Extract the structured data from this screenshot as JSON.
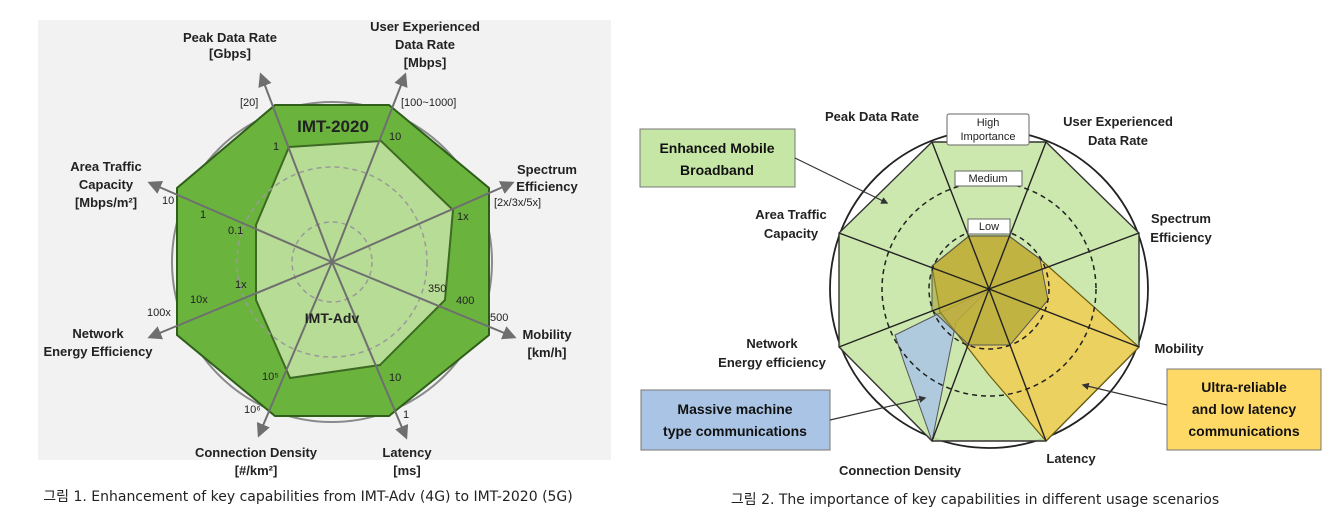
{
  "fig1": {
    "caption": "그림 1. Enhancement of key capabilities from IMT-Adv (4G) to IMT-2020 (5G)",
    "outer_label": "IMT-2020",
    "inner_label": "IMT-Adv",
    "axes": [
      {
        "lines": [
          "Peak Data Rate",
          "[Gbps]"
        ]
      },
      {
        "lines": [
          "User Experienced",
          "Data Rate",
          "[Mbps]"
        ]
      },
      {
        "lines": [
          "Spectrum",
          "Efficiency"
        ]
      },
      {
        "lines": [
          "Mobility",
          "[km/h]"
        ]
      },
      {
        "lines": [
          "Latency",
          "[ms]"
        ]
      },
      {
        "lines": [
          "Connection Density",
          "[#/km²]"
        ]
      },
      {
        "lines": [
          "Network",
          "Energy Efficiency"
        ]
      },
      {
        "lines": [
          "Area Traffic",
          "Capacity",
          "[Mbps/m²]"
        ]
      }
    ],
    "ticks": {
      "peak_outer": "[20]",
      "peak_inner": "1",
      "user_outer": "[100~1000]",
      "user_inner": "10",
      "spectrum_outer": "[2x/3x/5x]",
      "spectrum_inner": "1x",
      "mobility_500": "500",
      "mobility_400": "400",
      "mobility_350": "350",
      "latency_outer": "1",
      "latency_inner": "10",
      "conn_outer": "10⁶",
      "conn_inner": "10⁵",
      "energy_outer": "100x",
      "energy_mid": "10x",
      "energy_inner": "1x",
      "area_outer": "10",
      "area_mid": "1",
      "area_inner": "0.1"
    }
  },
  "fig2": {
    "caption": "그림 2. The importance of key capabilities in different usage scenarios",
    "levels": {
      "high": [
        "High",
        "Importance"
      ],
      "medium": "Medium",
      "low": "Low"
    },
    "axes": [
      {
        "lines": [
          "Peak Data Rate"
        ]
      },
      {
        "lines": [
          "User Experienced",
          "Data Rate"
        ]
      },
      {
        "lines": [
          "Spectrum",
          "Efficiency"
        ]
      },
      {
        "lines": [
          "Mobility"
        ]
      },
      {
        "lines": [
          "Latency"
        ]
      },
      {
        "lines": [
          "Connection Density"
        ]
      },
      {
        "lines": [
          "Network",
          "Energy efficiency"
        ]
      },
      {
        "lines": [
          "Area Traffic",
          "Capacity"
        ]
      }
    ],
    "scenarios": [
      {
        "lines": [
          "Enhanced Mobile",
          "Broadband"
        ],
        "color": "#c6e6a5"
      },
      {
        "lines": [
          "Massive machine",
          "type communications"
        ],
        "color": "#a9c4e4"
      },
      {
        "lines": [
          "Ultra-reliable",
          "and low latency",
          "communications"
        ],
        "color": "#ffd966"
      }
    ]
  }
}
